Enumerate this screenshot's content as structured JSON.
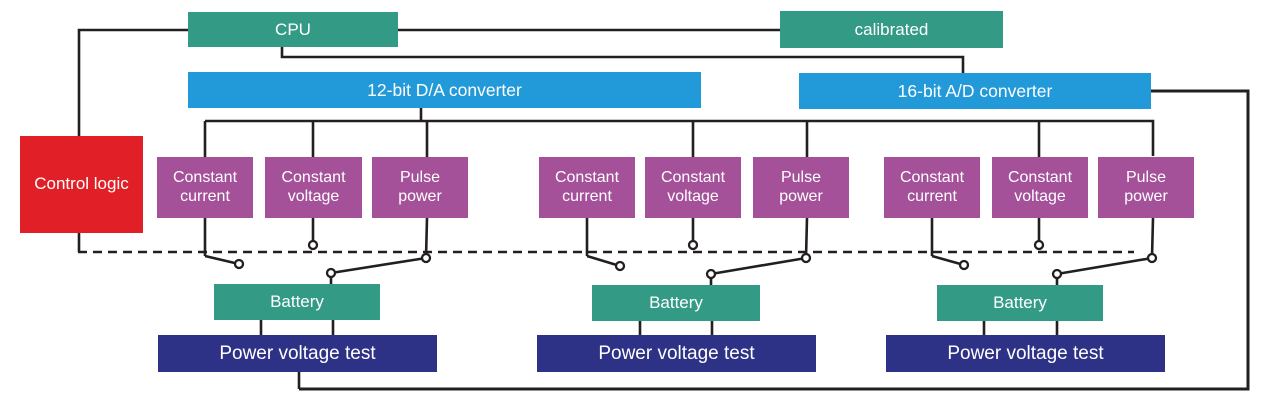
{
  "nodes": {
    "cpu": "CPU",
    "calibrated": "calibrated",
    "dac": "12-bit D/A converter",
    "adc": "16-bit A/D converter",
    "control_logic": "Control logic"
  },
  "groups": [
    {
      "modules": [
        "Constant current",
        "Constant voltage",
        "Pulse power"
      ],
      "battery": "Battery",
      "test": "Power voltage test"
    },
    {
      "modules": [
        "Constant current",
        "Constant voltage",
        "Pulse power"
      ],
      "battery": "Battery",
      "test": "Power voltage test"
    },
    {
      "modules": [
        "Constant current",
        "Constant voltage",
        "Pulse power"
      ],
      "battery": "Battery",
      "test": "Power voltage test"
    }
  ],
  "colors": {
    "teal": "#339b85",
    "blue": "#2299d9",
    "purple": "#a5519a",
    "red": "#e02026",
    "navy": "#2e3286",
    "wire": "#231f20"
  }
}
